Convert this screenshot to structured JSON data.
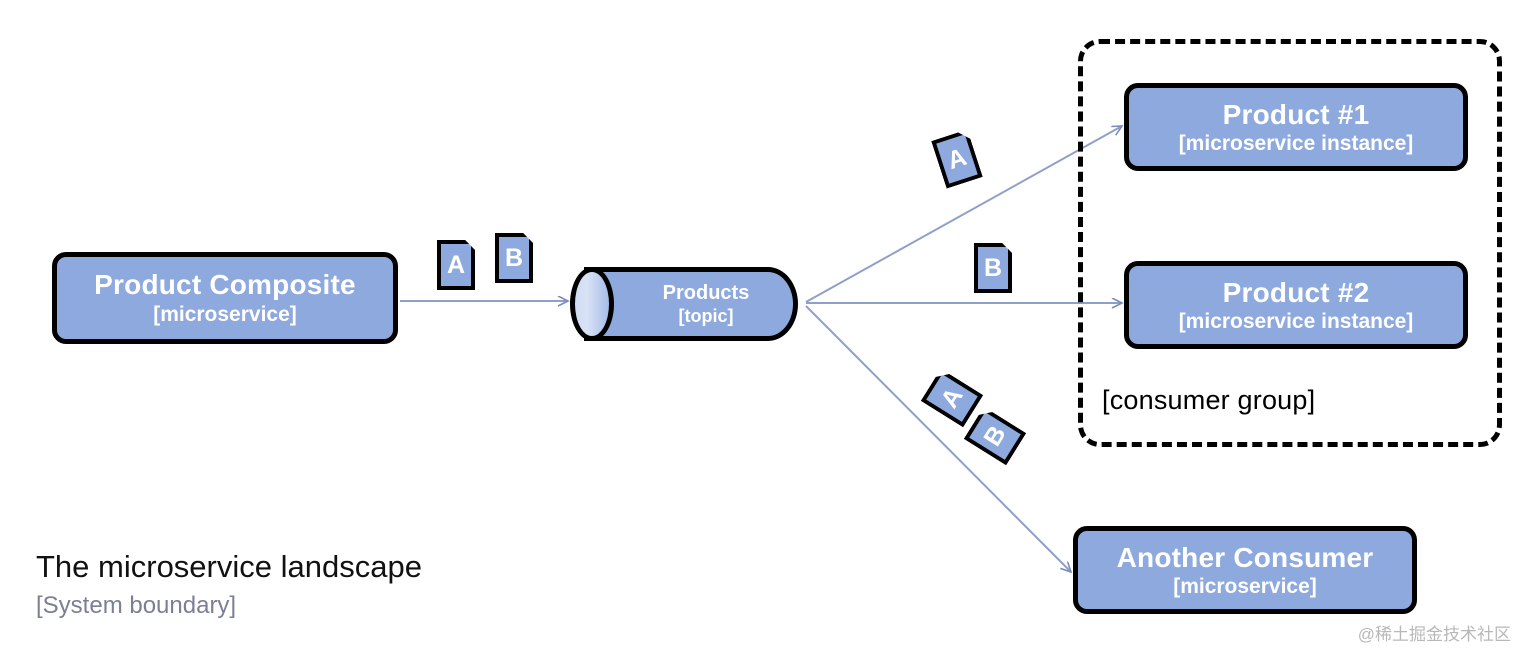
{
  "diagram": {
    "title": "The microservice landscape",
    "subtitle": "[System boundary]",
    "watermark": "@稀土掘金技术社区",
    "colors": {
      "node_fill": "#8ea9dd",
      "node_border": "#000000",
      "node_text": "#ffffff",
      "edge": "#8fa0c8",
      "subtitle_text": "#7a7f96",
      "background": "#ffffff"
    }
  },
  "nodes": {
    "product_composite": {
      "title": "Product Composite",
      "stereotype": "[microservice]"
    },
    "topic": {
      "title": "Products",
      "stereotype": "[topic]",
      "shape": "cylinder"
    },
    "product_1": {
      "title": "Product #1",
      "stereotype": "[microservice instance]"
    },
    "product_2": {
      "title": "Product #2",
      "stereotype": "[microservice instance]"
    },
    "another_consumer": {
      "title": "Another Consumer",
      "stereotype": "[microservice]"
    }
  },
  "group": {
    "label": "[consumer group]",
    "style": "dashed"
  },
  "messages": [
    {
      "id": "a-source",
      "label": "A",
      "rotation": 0
    },
    {
      "id": "b-source",
      "label": "B",
      "rotation": 0
    },
    {
      "id": "a-p1",
      "label": "A",
      "rotation": -18
    },
    {
      "id": "b-p2",
      "label": "B",
      "rotation": 0
    },
    {
      "id": "a-bottom",
      "label": "A",
      "rotation": -58
    },
    {
      "id": "b-bottom",
      "label": "B",
      "rotation": -58
    }
  ],
  "edges": [
    {
      "id": "composite-to-topic",
      "from": "product_composite",
      "to": "topic"
    },
    {
      "id": "topic-to-product-1",
      "from": "topic",
      "to": "product_1"
    },
    {
      "id": "topic-to-product-2",
      "from": "topic",
      "to": "product_2"
    },
    {
      "id": "topic-to-another",
      "from": "topic",
      "to": "another_consumer"
    }
  ]
}
